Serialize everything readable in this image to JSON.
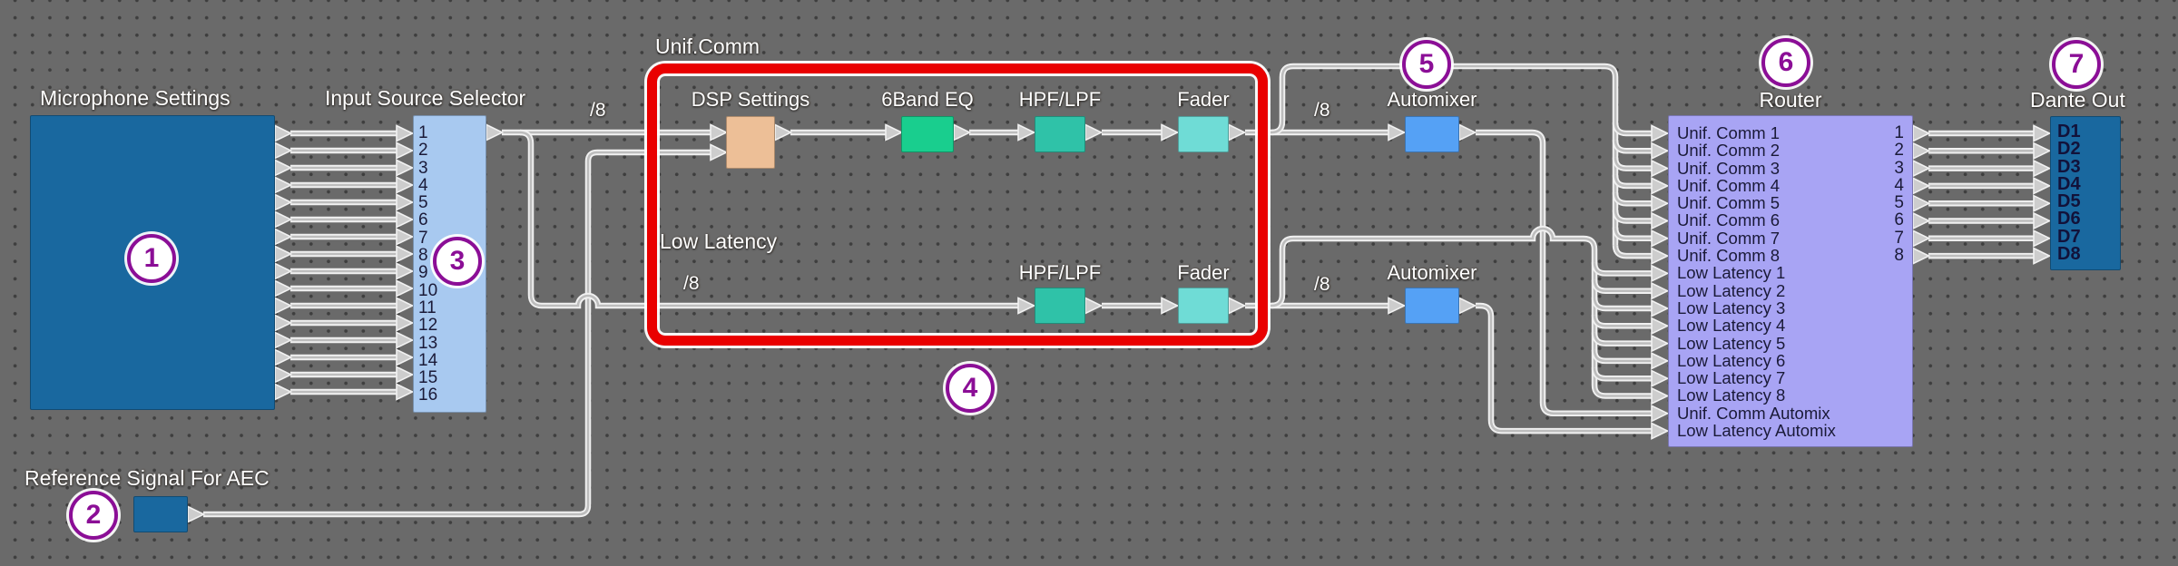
{
  "diagram": {
    "mic": {
      "title": "Microphone Settings"
    },
    "selector": {
      "title": "Input Source Selector",
      "channels": [
        "1",
        "2",
        "3",
        "4",
        "5",
        "6",
        "7",
        "8",
        "9",
        "10",
        "11",
        "12",
        "13",
        "14",
        "15",
        "16"
      ]
    },
    "aec": {
      "title": "Reference Signal For AEC"
    },
    "unif_chain": {
      "group": "Unif.Comm",
      "modules": [
        "DSP Settings",
        "6Band EQ",
        "HPF/LPF",
        "Fader"
      ]
    },
    "ll_chain": {
      "group": "Low Latency",
      "modules": [
        "HPF/LPF",
        "Fader"
      ]
    },
    "automixer_top": {
      "title": "Automixer"
    },
    "automixer_bottom": {
      "title": "Automixer"
    },
    "router": {
      "title": "Router",
      "inputs": [
        "Unif. Comm 1",
        "Unif. Comm 2",
        "Unif. Comm 3",
        "Unif. Comm 4",
        "Unif. Comm 5",
        "Unif. Comm 6",
        "Unif. Comm 7",
        "Unif. Comm 8",
        "Low Latency 1",
        "Low Latency 2",
        "Low Latency 3",
        "Low Latency 4",
        "Low Latency 5",
        "Low Latency 6",
        "Low Latency 7",
        "Low Latency 8",
        "Unif. Comm Automix",
        "Low Latency Automix"
      ],
      "outputs": [
        "1",
        "2",
        "3",
        "4",
        "5",
        "6",
        "7",
        "8"
      ]
    },
    "dante": {
      "title": "Dante Out",
      "ports": [
        "D1",
        "D2",
        "D3",
        "D4",
        "D5",
        "D6",
        "D7",
        "D8"
      ]
    },
    "wire_labels": {
      "bus8": "/8"
    },
    "badges": [
      "1",
      "2",
      "3",
      "4",
      "5",
      "6",
      "7"
    ]
  },
  "colors": {
    "mic_blue": "#19689F",
    "selector_blue": "#A8C9F0",
    "dsp_tan": "#EDBF97",
    "eq_green": "#19CE8E",
    "hpf_teal": "#2FC2A8",
    "fader_cyan": "#6FDCD6",
    "automixer_blue": "#55A1F5",
    "router_purple": "#A8A4F4",
    "highlight_red": "#E90000",
    "badge_purple": "#8B0E96",
    "wire_gray": "#D8D8D8"
  }
}
